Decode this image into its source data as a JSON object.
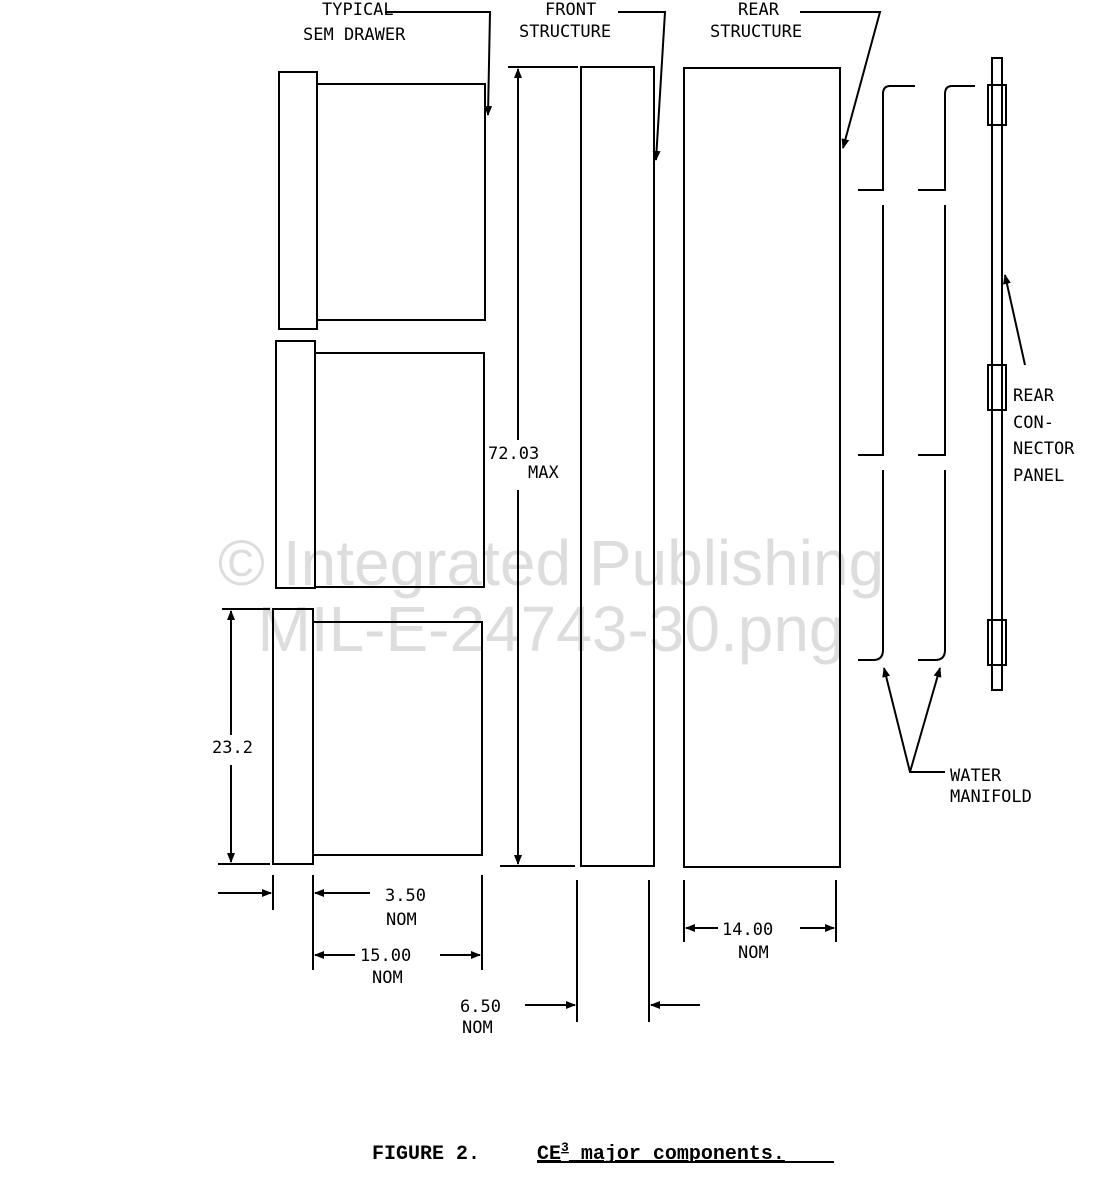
{
  "labels": {
    "typical_1": "TYPICAL",
    "typical_2": "SEM DRAWER",
    "front_1": "FRONT",
    "front_2": "STRUCTURE",
    "rear_1": "REAR",
    "rear_2": "STRUCTURE",
    "connector_1": "REAR",
    "connector_2": "CON-",
    "connector_3": "NECTOR",
    "connector_4": "PANEL",
    "water_1": "WATER",
    "water_2": "MANIFOLD"
  },
  "dimensions": {
    "height_value": "72.03",
    "height_note": "MAX",
    "drawer_height": "23.2",
    "drawer_front_value": "3.50",
    "drawer_front_note": "NOM",
    "drawer_depth_value": "15.00",
    "drawer_depth_note": "NOM",
    "front_struct_value": "6.50",
    "front_struct_note": "NOM",
    "rear_struct_value": "14.00",
    "rear_struct_note": "NOM"
  },
  "watermark": {
    "line1": "© Integrated Publishing",
    "line2": "MIL-E-24743-30.png"
  },
  "caption": {
    "prefix": "FIGURE 2.",
    "ce": "CE",
    "sup": "3",
    "rest": " major components."
  }
}
